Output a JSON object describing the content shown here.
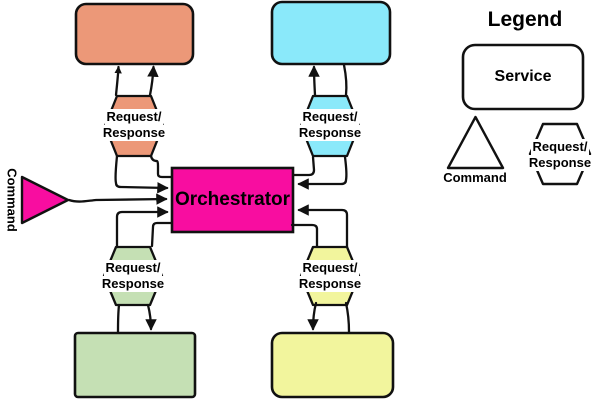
{
  "colors": {
    "salmon": "#EC9878",
    "cyan": "#8AE9FA",
    "green": "#C5E0B4",
    "yellow": "#F2F59D",
    "magenta": "#F80DA0",
    "stroke": "#111111",
    "white": "#FFFFFF"
  },
  "diagram": {
    "orchestrator": {
      "label": "Orchestrator",
      "color": "#F80DA0"
    },
    "command": {
      "label": "Command",
      "color": "#F80DA0"
    },
    "services": [
      {
        "position": "top-left",
        "color": "#EC9878"
      },
      {
        "position": "top-right",
        "color": "#8AE9FA"
      },
      {
        "position": "bottom-left",
        "color": "#C5E0B4"
      },
      {
        "position": "bottom-right",
        "color": "#F2F59D"
      }
    ],
    "connectors": [
      {
        "position": "top-left",
        "line1": "Request/",
        "line2": "Response",
        "color": "#EC9878"
      },
      {
        "position": "top-right",
        "line1": "Request/",
        "line2": "Response",
        "color": "#8AE9FA"
      },
      {
        "position": "bottom-left",
        "line1": "Request/",
        "line2": "Response",
        "color": "#C5E0B4"
      },
      {
        "position": "bottom-right",
        "line1": "Request/",
        "line2": "Response",
        "color": "#F2F59D"
      }
    ]
  },
  "legend": {
    "title": "Legend",
    "service_label": "Service",
    "command_label": "Command",
    "request_line1": "Request/",
    "request_line2": "Response"
  }
}
